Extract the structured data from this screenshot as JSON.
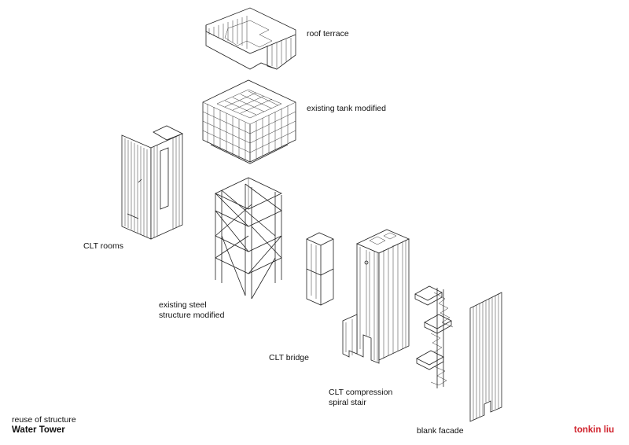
{
  "labels": {
    "roof_terrace": "roof terrace",
    "existing_tank": "existing tank modified",
    "clt_rooms": "CLT rooms",
    "steel_structure_line1": "existing steel",
    "steel_structure_line2": "structure modified",
    "clt_bridge": "CLT bridge",
    "stair_line1": "CLT compression",
    "stair_line2": "spiral stair",
    "blank_facade": "blank facade"
  },
  "title": {
    "subtitle": "reuse of structure",
    "main": "Water Tower"
  },
  "brand": {
    "name": "tonkin liu",
    "color": "#d0202a"
  },
  "colors": {
    "line": "#222222",
    "background": "#ffffff"
  }
}
